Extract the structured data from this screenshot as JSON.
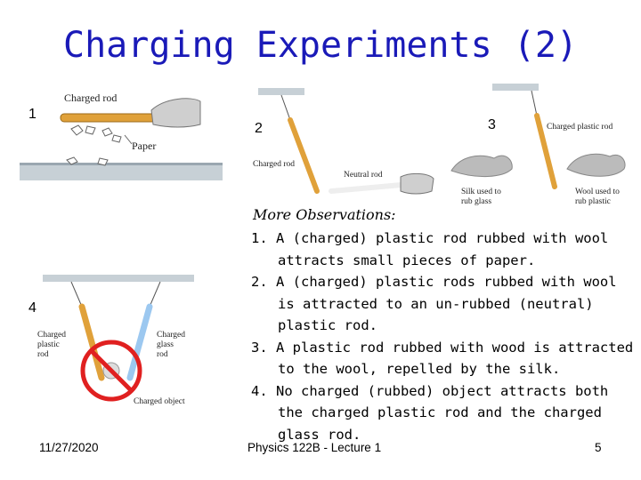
{
  "slide": {
    "title": "Charging Experiments (2)",
    "panels": [
      {
        "number": "1",
        "labels": [
          "Charged rod",
          "Paper"
        ]
      },
      {
        "number": "2",
        "labels": [
          "Charged rod",
          "Neutral rod"
        ]
      },
      {
        "number": "3",
        "labels": [
          "Charged plastic rod",
          "Silk used to",
          "rub glass",
          "Wool used to",
          "rub plastic"
        ]
      },
      {
        "number": "4",
        "labels": [
          "Charged",
          "plastic",
          "rod",
          "Charged",
          "glass",
          "rod",
          "Charged object"
        ]
      }
    ],
    "observations": {
      "heading": "More Observations:",
      "items": [
        "1. A (charged) plastic rod rubbed with wool attracts small pieces of paper.",
        "2. A (charged) plastic rods rubbed with wool is attracted to an un-rubbed (neutral) plastic rod.",
        "3. A plastic rod rubbed with wood is attracted to the wool, repelled by the silk.",
        "4. No charged (rubbed) object attracts both the charged plastic rod and the charged glass rod."
      ]
    },
    "footer": {
      "date": "11/27/2020",
      "course": "Physics 122B  -  Lecture 1",
      "page": "5"
    }
  }
}
